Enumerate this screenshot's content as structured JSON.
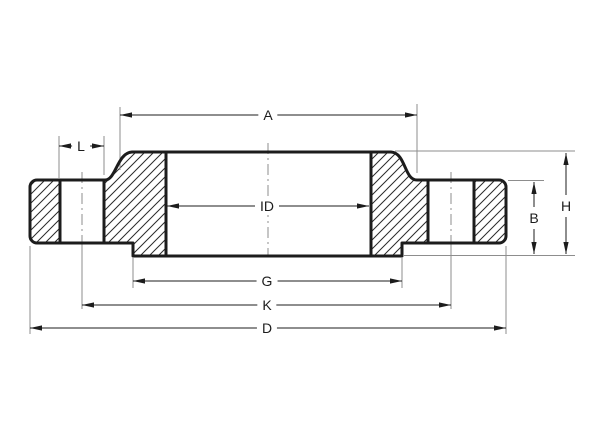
{
  "drawing": {
    "labels": {
      "a": "A",
      "l": "L",
      "id": "ID",
      "b": "B",
      "h": "H",
      "g": "G",
      "k": "K",
      "d": "D"
    },
    "colors": {
      "background": "#ffffff",
      "outline": "#1c1c1c",
      "dimension": "#1c1c1c",
      "extension": "#8d8d8d",
      "centerline": "#8d8d8d",
      "hatch": "#2a2a2a"
    }
  }
}
